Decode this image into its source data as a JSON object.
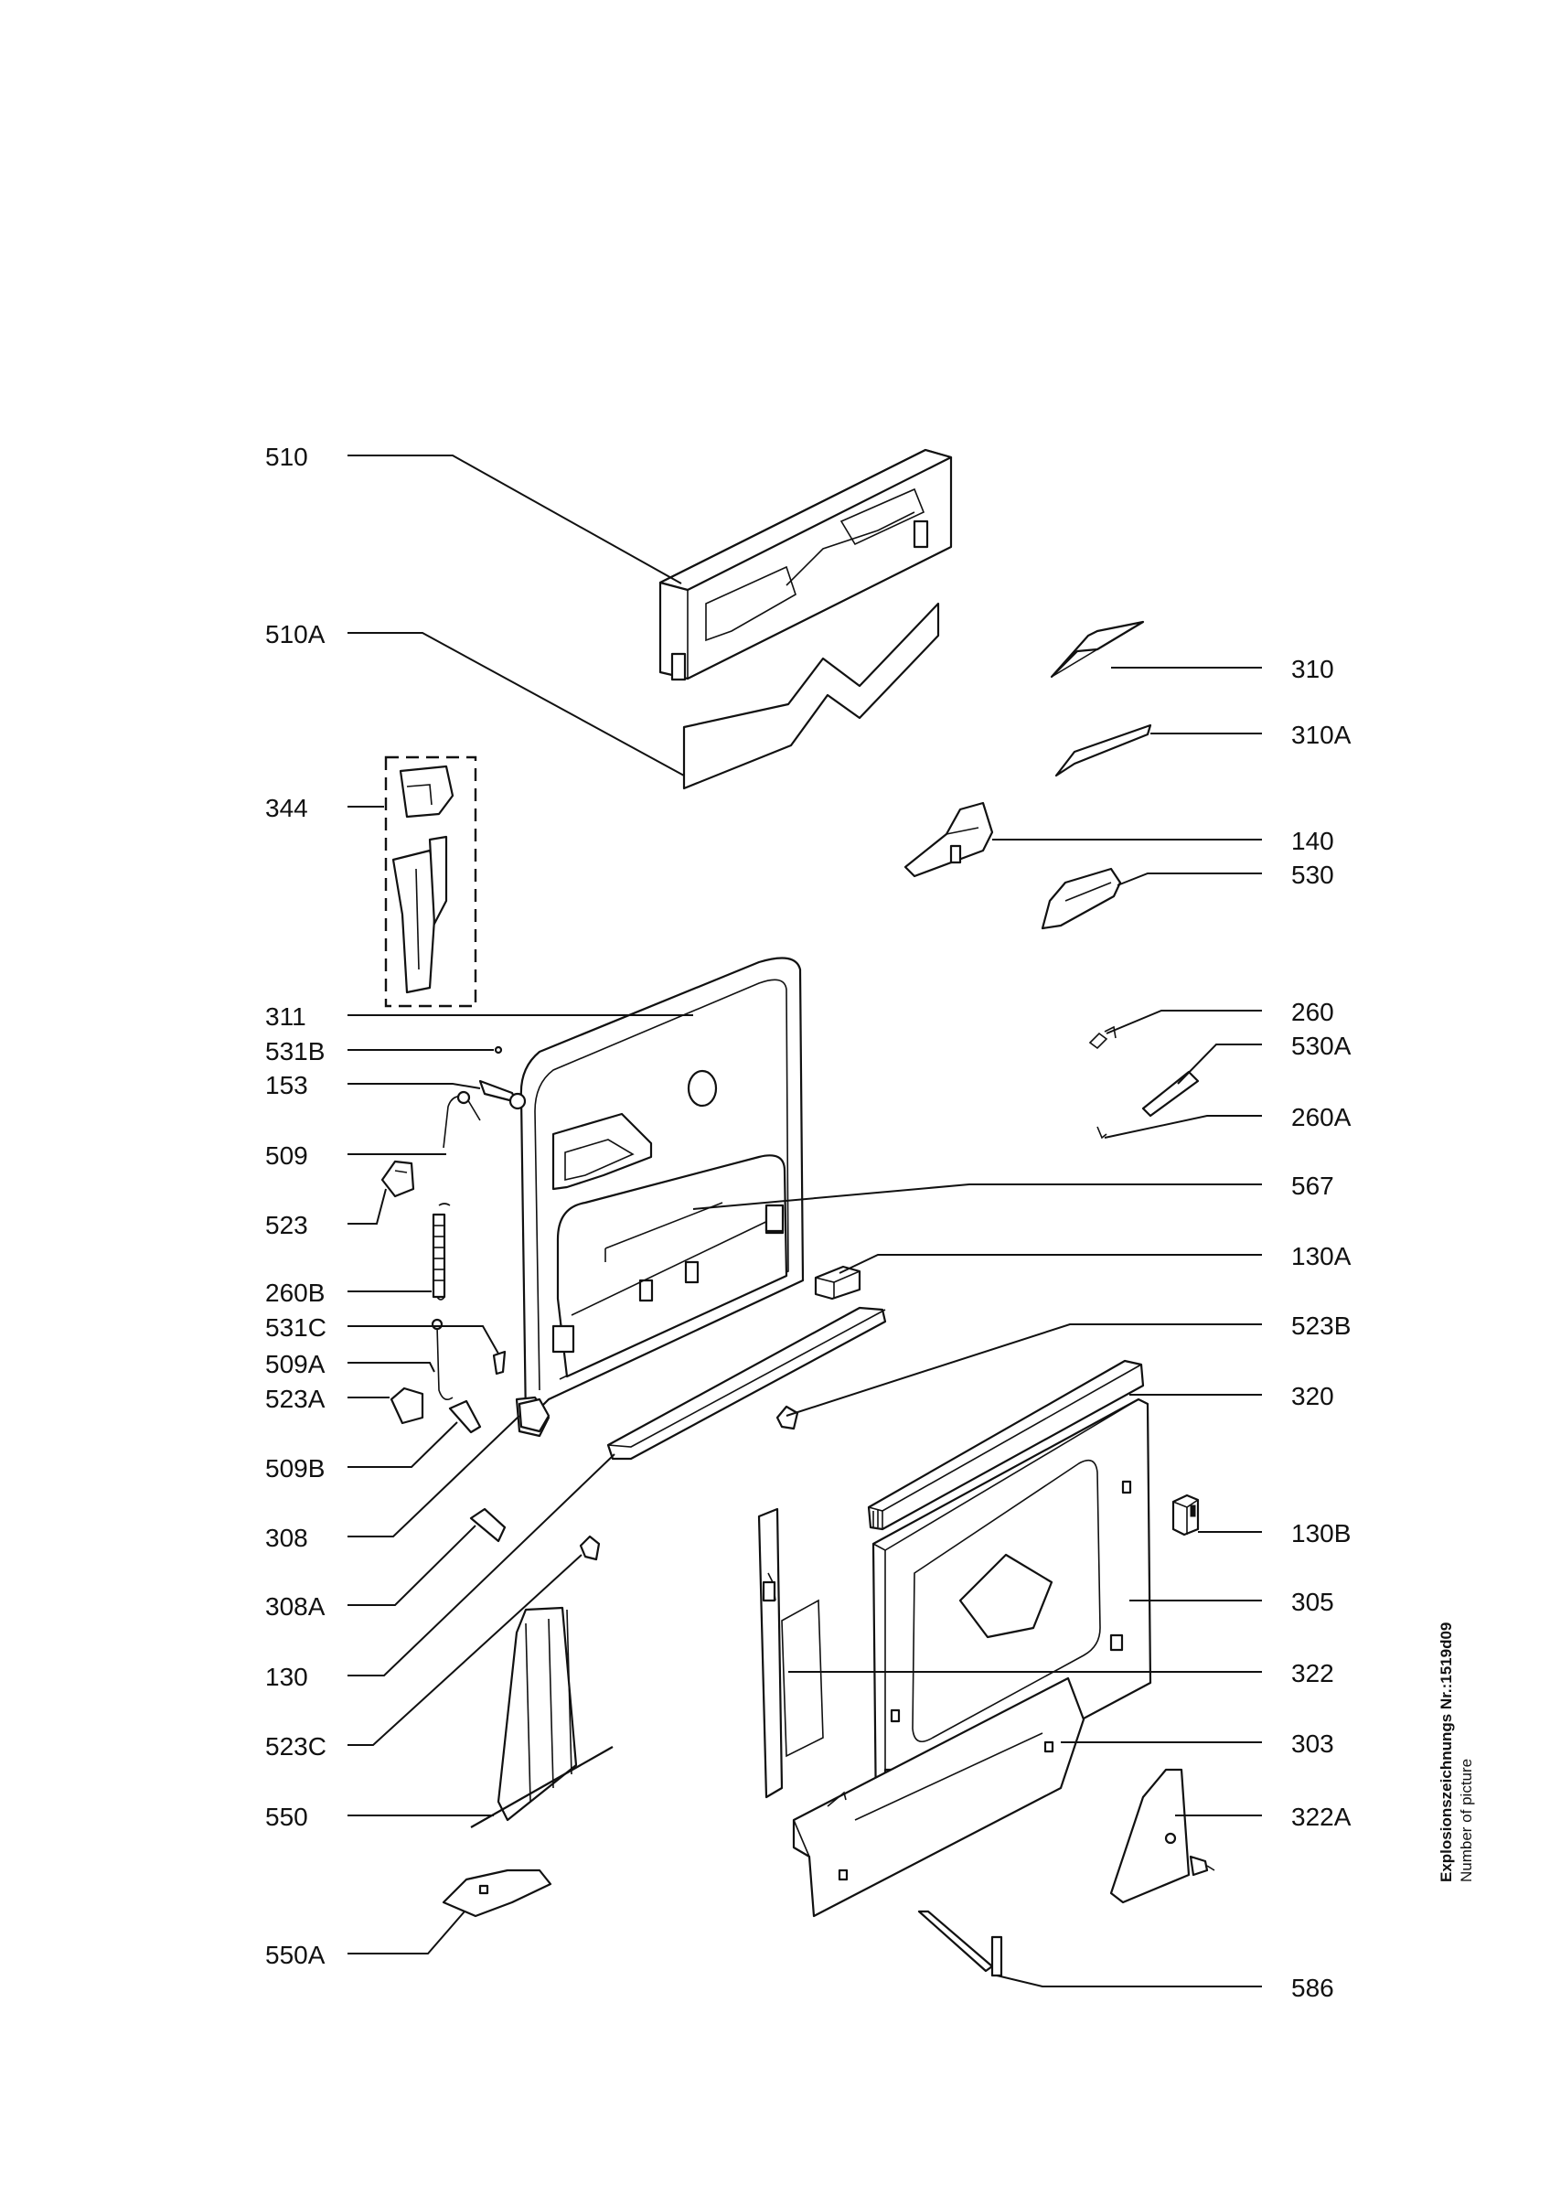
{
  "callouts_left": [
    {
      "id": "510",
      "text": "510"
    },
    {
      "id": "510A",
      "text": "510A"
    },
    {
      "id": "344",
      "text": "344"
    },
    {
      "id": "311",
      "text": "311"
    },
    {
      "id": "531B",
      "text": "531B"
    },
    {
      "id": "153",
      "text": "153"
    },
    {
      "id": "509",
      "text": "509"
    },
    {
      "id": "523",
      "text": "523"
    },
    {
      "id": "260B",
      "text": "260B"
    },
    {
      "id": "531C",
      "text": "531C"
    },
    {
      "id": "509A",
      "text": "509A"
    },
    {
      "id": "523A",
      "text": "523A"
    },
    {
      "id": "509B",
      "text": "509B"
    },
    {
      "id": "308",
      "text": "308"
    },
    {
      "id": "308A",
      "text": "308A"
    },
    {
      "id": "130",
      "text": "130"
    },
    {
      "id": "523C",
      "text": "523C"
    },
    {
      "id": "550",
      "text": "550"
    },
    {
      "id": "550A",
      "text": "550A"
    }
  ],
  "callouts_right": [
    {
      "id": "310",
      "text": "310"
    },
    {
      "id": "310A",
      "text": "310A"
    },
    {
      "id": "140",
      "text": "140"
    },
    {
      "id": "530",
      "text": "530"
    },
    {
      "id": "260",
      "text": "260"
    },
    {
      "id": "530A",
      "text": "530A"
    },
    {
      "id": "260A",
      "text": "260A"
    },
    {
      "id": "567",
      "text": "567"
    },
    {
      "id": "130A",
      "text": "130A"
    },
    {
      "id": "523B",
      "text": "523B"
    },
    {
      "id": "320",
      "text": "320"
    },
    {
      "id": "130B",
      "text": "130B"
    },
    {
      "id": "305",
      "text": "305"
    },
    {
      "id": "322",
      "text": "322"
    },
    {
      "id": "303",
      "text": "303"
    },
    {
      "id": "322A",
      "text": "322A"
    },
    {
      "id": "586",
      "text": "586"
    }
  ],
  "side_caption": {
    "title": "Explosionszeichnungs Nr.:1519d09",
    "subtitle": "Number of picture"
  }
}
